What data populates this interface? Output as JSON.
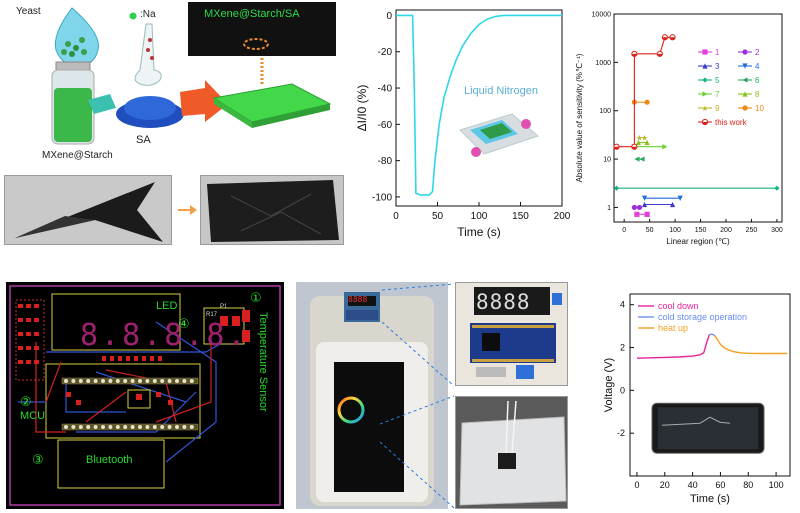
{
  "schematic": {
    "yeast_label": "Yeast",
    "na_label": ":Na",
    "sa_label": "SA",
    "mxene_starch_label": "MXene@Starch",
    "film_label": "MXene@Starch/SA"
  },
  "curve_chart": {
    "chart_data": {
      "type": "line",
      "xlabel": "Time (s)",
      "ylabel": "ΔI/I0 (%)",
      "xlim": [
        0,
        200
      ],
      "ylim": [
        -105,
        3
      ],
      "xticks": [
        "0",
        "50",
        "100",
        "150",
        "200"
      ],
      "yticks": [
        "0",
        "-20",
        "-40",
        "-60",
        "-80",
        "-100"
      ],
      "annotation": "Liquid Nitrogen",
      "series": [
        {
          "color": "#2fd6ea",
          "x": [
            0,
            10,
            20,
            22,
            24,
            30,
            40,
            44,
            47,
            52,
            58,
            65,
            72,
            80,
            90,
            100,
            110,
            120,
            130,
            150,
            170,
            200
          ],
          "y": [
            0,
            0,
            0,
            -40,
            -98,
            -99,
            -99,
            -97,
            -80,
            -60,
            -45,
            -34,
            -25,
            -17,
            -10,
            -5,
            -2,
            -0.5,
            0,
            0,
            0,
            0
          ]
        }
      ]
    }
  },
  "sensitivity_chart": {
    "chart_data": {
      "type": "scatter",
      "xlabel": "Linear region (℃)",
      "ylabel": "Absolute value of sensitivity (%℃⁻¹)",
      "xlim": [
        -20,
        310
      ],
      "ylim_log": [
        0.5,
        10000
      ],
      "xticks": [
        "0",
        "50",
        "100",
        "150",
        "200",
        "250",
        "300"
      ],
      "yticks": [
        "1",
        "10",
        "100",
        "1000",
        "10000"
      ],
      "legend_position": "right",
      "series": [
        {
          "name": "1",
          "color": "#e040d8",
          "marker": "square",
          "points": [
            [
              25,
              0.72
            ],
            [
              45,
              0.72
            ]
          ]
        },
        {
          "name": "2",
          "color": "#9b30d9",
          "marker": "circle",
          "points": [
            [
              20,
              1.0
            ],
            [
              30,
              1.0
            ]
          ]
        },
        {
          "name": "3",
          "color": "#3b3bd0",
          "marker": "triangle-up",
          "points": [
            [
              40,
              1.15
            ],
            [
              95,
              1.15
            ]
          ]
        },
        {
          "name": "4",
          "color": "#1e6fe0",
          "marker": "triangle-down",
          "points": [
            [
              40,
              1.55
            ],
            [
              110,
              1.55
            ]
          ]
        },
        {
          "name": "5",
          "color": "#18b37a",
          "marker": "diamond",
          "points": [
            [
              -15,
              2.5
            ],
            [
              300,
              2.5
            ]
          ]
        },
        {
          "name": "6",
          "color": "#2aa85a",
          "marker": "triangle-left",
          "points": [
            [
              25,
              10
            ],
            [
              35,
              10
            ]
          ]
        },
        {
          "name": "7",
          "color": "#6ad12e",
          "marker": "triangle-right",
          "points": [
            [
              20,
              18
            ],
            [
              80,
              18
            ]
          ]
        },
        {
          "name": "8",
          "color": "#88c21a",
          "marker": "triangle-up",
          "points": [
            [
              28,
              22
            ],
            [
              45,
              22
            ]
          ]
        },
        {
          "name": "9",
          "color": "#b8b82a",
          "marker": "star",
          "points": [
            [
              30,
              28
            ],
            [
              40,
              28
            ]
          ]
        },
        {
          "name": "10",
          "color": "#ee8a12",
          "marker": "circle",
          "points": [
            [
              20,
              150
            ],
            [
              45,
              150
            ]
          ]
        },
        {
          "name": "this work",
          "color": "#e0201a",
          "marker": "half-circle",
          "points": [
            [
              -15,
              18
            ],
            [
              20,
              18
            ],
            [
              20,
              1500
            ],
            [
              70,
              1500
            ],
            [
              80,
              3300
            ],
            [
              95,
              3300
            ]
          ]
        }
      ]
    }
  },
  "pcb": {
    "led_label": "LED",
    "temp_sensor_label": "Temperature Sensor",
    "mcu_label": "MCU",
    "bluetooth_label": "Bluetooth",
    "num_1": "①",
    "num_2": "②",
    "num_3": "③",
    "num_4": "④",
    "digits": "8.8.8.8.",
    "p1_label": "P1",
    "r_label": "R17"
  },
  "voltage_chart": {
    "chart_data": {
      "type": "line",
      "xlabel": "Time (s)",
      "ylabel": "Voltage (V)",
      "xlim": [
        -5,
        110
      ],
      "ylim": [
        -4,
        4.5
      ],
      "xticks": [
        "0",
        "20",
        "40",
        "60",
        "80",
        "100"
      ],
      "yticks": [
        "-2",
        "0",
        "2",
        "4"
      ],
      "legend_position": "top",
      "series": [
        {
          "name": "cool down",
          "color": "#e8239a",
          "x": [
            0,
            10,
            20,
            30,
            40,
            45,
            48,
            50,
            52
          ],
          "y": [
            1.5,
            1.52,
            1.54,
            1.56,
            1.6,
            1.65,
            1.75,
            2.2,
            2.6
          ]
        },
        {
          "name": "cold storage operation",
          "color": "#6b8cf0",
          "x": [
            52,
            53,
            54,
            55,
            56
          ],
          "y": [
            2.6,
            2.62,
            2.62,
            2.6,
            2.55
          ]
        },
        {
          "name": "heat up",
          "color": "#f0a020",
          "x": [
            56,
            58,
            60,
            63,
            66,
            70,
            75,
            80,
            90,
            100,
            108
          ],
          "y": [
            2.55,
            2.35,
            2.15,
            1.98,
            1.88,
            1.8,
            1.75,
            1.73,
            1.72,
            1.72,
            1.72
          ]
        }
      ]
    }
  },
  "photos": {
    "display_digits": "8888"
  }
}
